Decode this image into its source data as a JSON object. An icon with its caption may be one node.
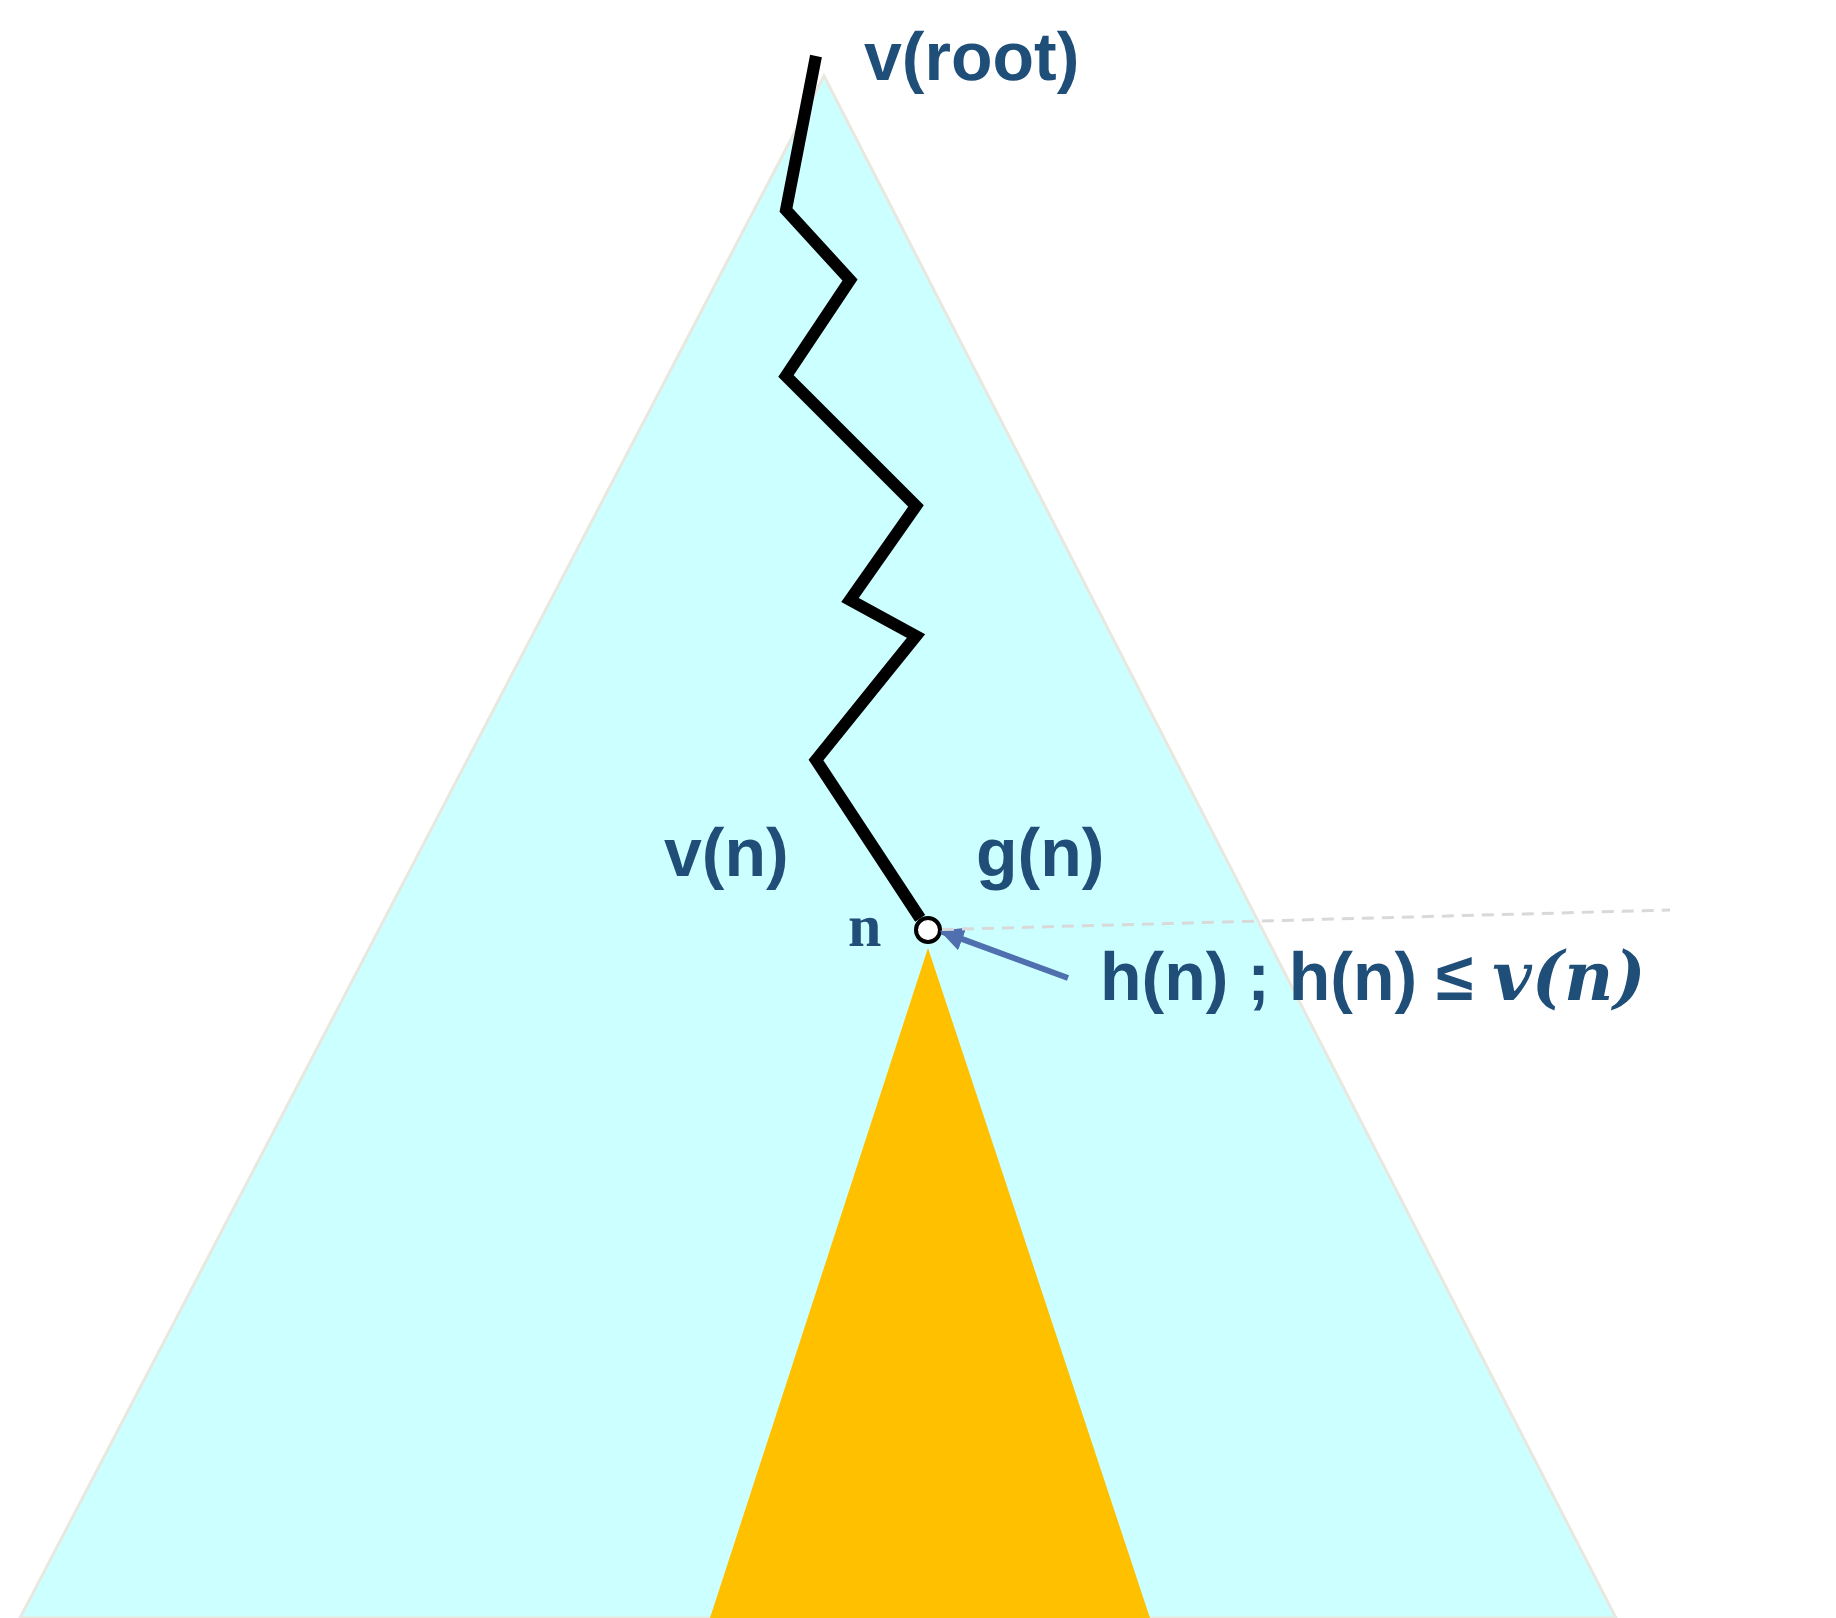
{
  "diagram": {
    "nodes": [
      {
        "text": [],
        "shape": "circle",
        "beside": [
          "n"
        ]
      },
      {
        "text": [
          "h(n) ;  h(n) ≤ *v(n)*"
        ]
      }
    ],
    "edges": [
      {
        "from": null,
        "to": 0,
        "arrow": "none",
        "style": "thick"
      },
      {
        "from": 1,
        "to": 0,
        "arrow": "to",
        "color": "#4f6fae"
      },
      {
        "from": 0,
        "to": null,
        "arrow": "none",
        "style": "dashed",
        "color": "#d9d9d9"
      }
    ],
    "labels": [
      "v(root)",
      "v(n)",
      "g(n)"
    ]
  }
}
